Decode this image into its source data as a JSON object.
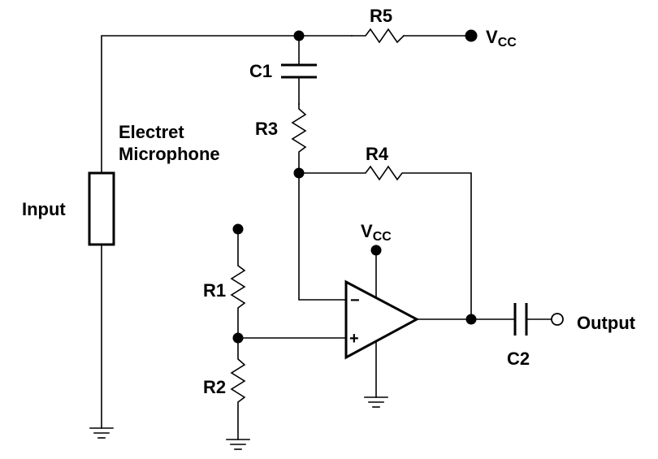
{
  "labels": {
    "r5": "R5",
    "vcc_top": "V",
    "vcc_top_sub": "CC",
    "c1": "C1",
    "r3": "R3",
    "r4": "R4",
    "electret_line1": "Electret",
    "electret_line2": "Microphone",
    "input": "Input",
    "vcc_opamp": "V",
    "vcc_opamp_sub": "CC",
    "r1": "R1",
    "r2": "R2",
    "opamp_minus": "−",
    "opamp_plus": "+",
    "output": "Output",
    "c2": "C2"
  },
  "colors": {
    "ink": "#000000",
    "background": "#ffffff"
  }
}
